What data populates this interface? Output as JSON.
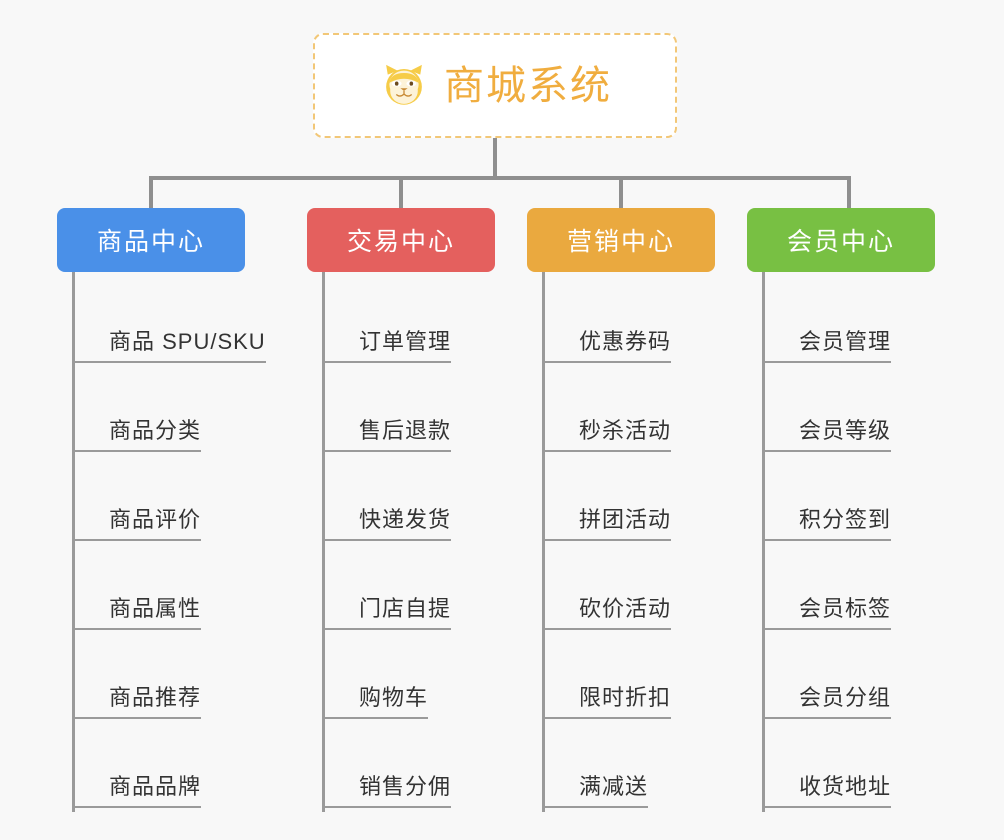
{
  "diagram": {
    "type": "org-tree",
    "background_color": "#f8f8f8",
    "connector_color": "#8f8f8f",
    "root": {
      "title": "商城系统",
      "icon": "shiba-dog-face-icon",
      "text_color": "#f0ad3f",
      "border_color": "#f2c777",
      "background_color": "#ffffff"
    },
    "columns": [
      {
        "title": "商品中心",
        "color": "#4a90e8",
        "items": [
          "商品 SPU/SKU",
          "商品分类",
          "商品评价",
          "商品属性",
          "商品推荐",
          "商品品牌"
        ]
      },
      {
        "title": "交易中心",
        "color": "#e4605e",
        "items": [
          "订单管理",
          "售后退款",
          "快递发货",
          "门店自提",
          "购物车",
          "销售分佣"
        ]
      },
      {
        "title": "营销中心",
        "color": "#eaa93f",
        "items": [
          "优惠券码",
          "秒杀活动",
          "拼团活动",
          "砍价活动",
          "限时折扣",
          "满减送"
        ]
      },
      {
        "title": "会员中心",
        "color": "#78c043",
        "items": [
          "会员管理",
          "会员等级",
          "积分签到",
          "会员标签",
          "会员分组",
          "收货地址"
        ]
      }
    ]
  }
}
